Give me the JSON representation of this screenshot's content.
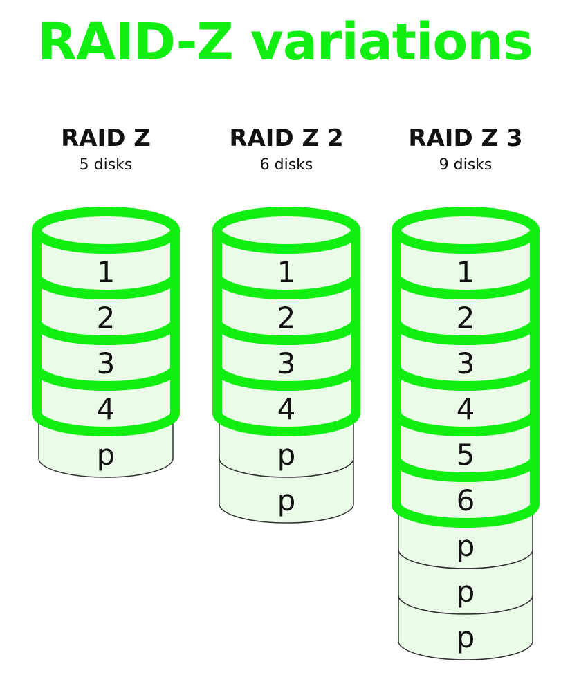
{
  "title": "RAID-Z variations",
  "colors": {
    "accent": "#11ee11",
    "disk_fill": "#eafbe8",
    "parity_stroke": "#333333",
    "text": "#111111"
  },
  "columns": [
    {
      "name": "RAID Z",
      "subtitle": "5 disks",
      "disks": [
        "1",
        "2",
        "3",
        "4",
        "p"
      ],
      "data_disks": 4
    },
    {
      "name": "RAID Z 2",
      "subtitle": "6 disks",
      "disks": [
        "1",
        "2",
        "3",
        "4",
        "p",
        "p"
      ],
      "data_disks": 4
    },
    {
      "name": "RAID Z 3",
      "subtitle": "9 disks",
      "disks": [
        "1",
        "2",
        "3",
        "4",
        "5",
        "6",
        "p",
        "p",
        "p"
      ],
      "data_disks": 6
    }
  ]
}
